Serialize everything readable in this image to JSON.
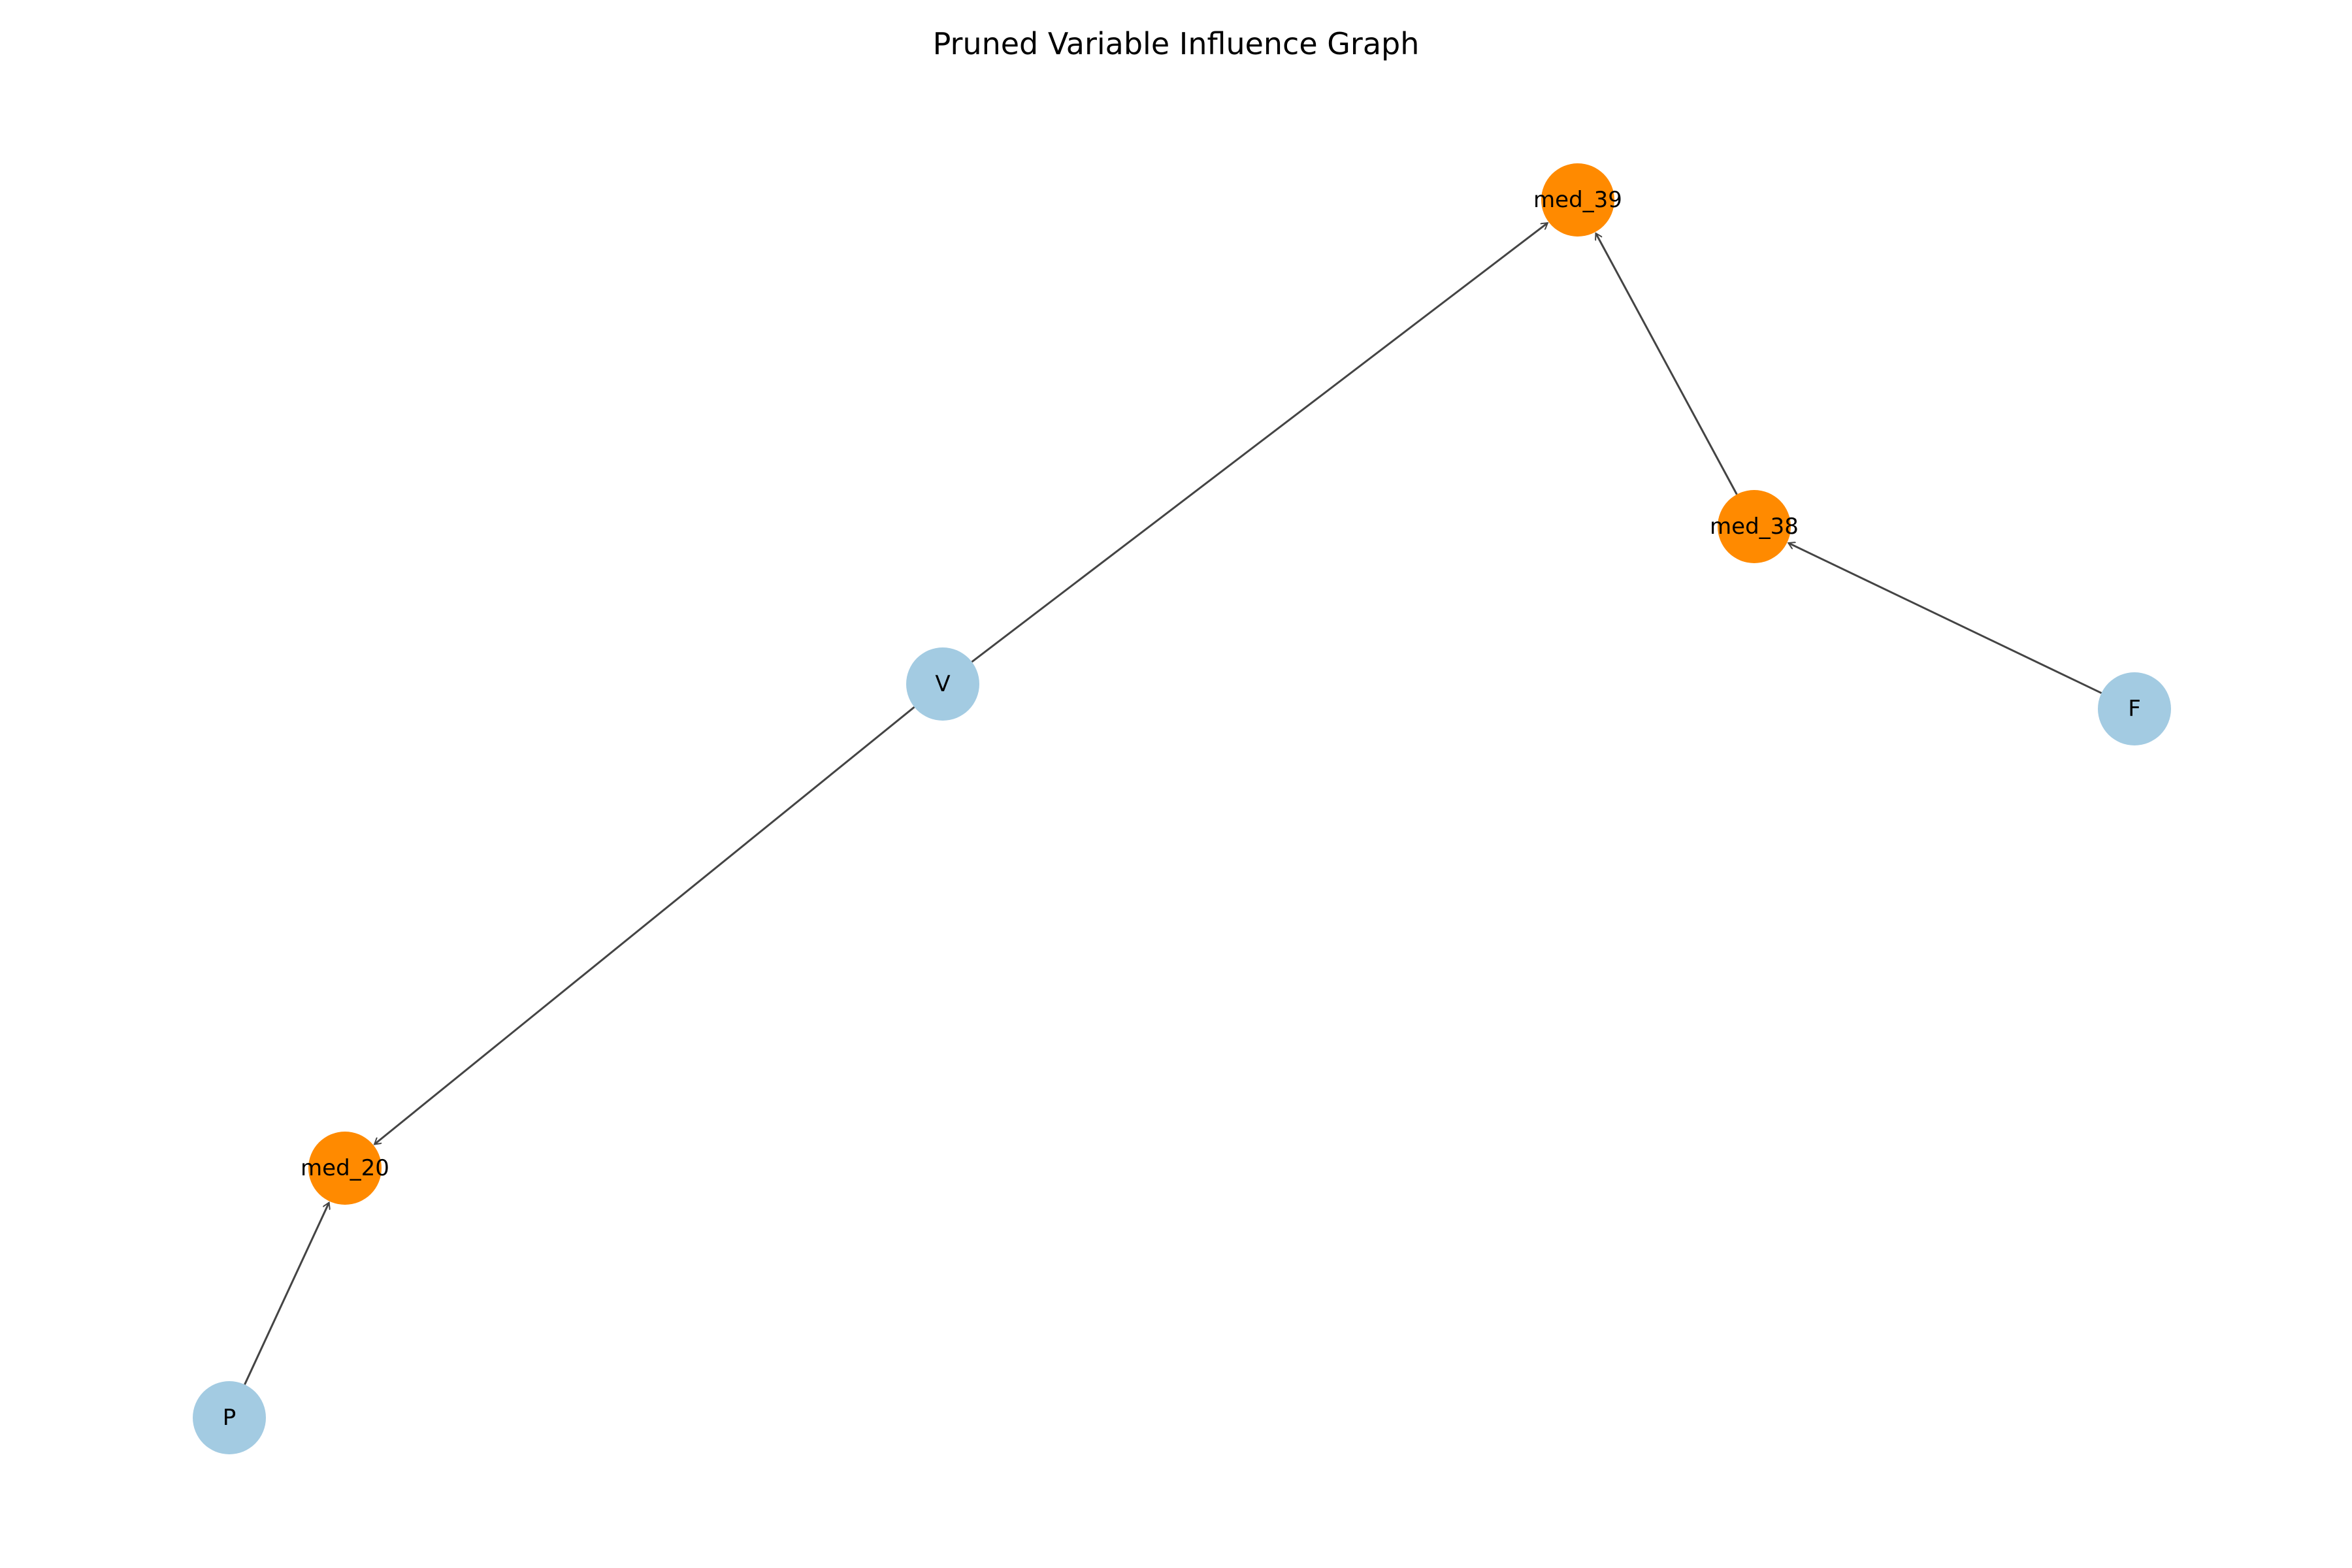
{
  "title": "Pruned Variable Influence Graph",
  "colors": {
    "variable_node": "#a3cbe2",
    "mediator_node": "#ff8a00",
    "edge": "#444444"
  },
  "nodes": [
    {
      "id": "med_39",
      "label": "med_39",
      "kind": "mediator"
    },
    {
      "id": "med_38",
      "label": "med_38",
      "kind": "mediator"
    },
    {
      "id": "V",
      "label": "V",
      "kind": "variable"
    },
    {
      "id": "F",
      "label": "F",
      "kind": "variable"
    },
    {
      "id": "med_20",
      "label": "med_20",
      "kind": "mediator"
    },
    {
      "id": "P",
      "label": "P",
      "kind": "variable"
    }
  ],
  "edges": [
    {
      "from": "V",
      "to": "med_39"
    },
    {
      "from": "med_38",
      "to": "med_39"
    },
    {
      "from": "F",
      "to": "med_38"
    },
    {
      "from": "V",
      "to": "med_20"
    },
    {
      "from": "P",
      "to": "med_20"
    }
  ]
}
